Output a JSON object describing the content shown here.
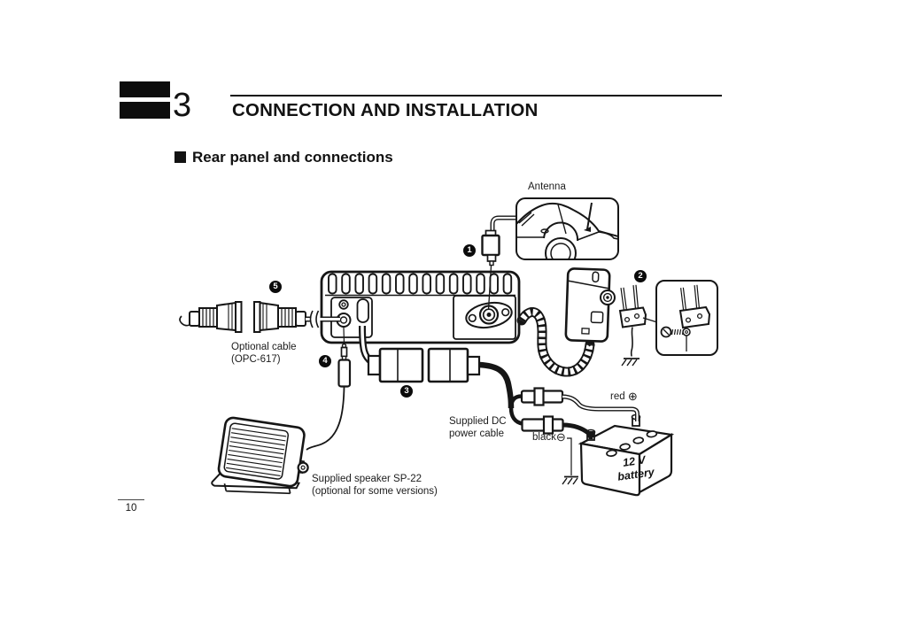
{
  "page": {
    "chapter_number": "3",
    "chapter_title": "CONNECTION AND INSTALLATION",
    "section_title": "Rear panel and connections",
    "page_number": "10"
  },
  "diagram": {
    "labels": {
      "antenna": "Antenna",
      "optional_cable_line1": "Optional cable",
      "optional_cable_line2": "(OPC-617)",
      "dc_cable_line1": "Supplied DC",
      "dc_cable_line2": "power cable",
      "red": "red",
      "plus_symbol": "⊕",
      "black": "black",
      "minus_symbol": "⊖",
      "battery_line1": "12 V",
      "battery_line2": "battery",
      "speaker_line1": "Supplied speaker SP-22",
      "speaker_line2": "(optional for some versions)"
    },
    "callouts": [
      "1",
      "2",
      "3",
      "4",
      "5"
    ]
  }
}
